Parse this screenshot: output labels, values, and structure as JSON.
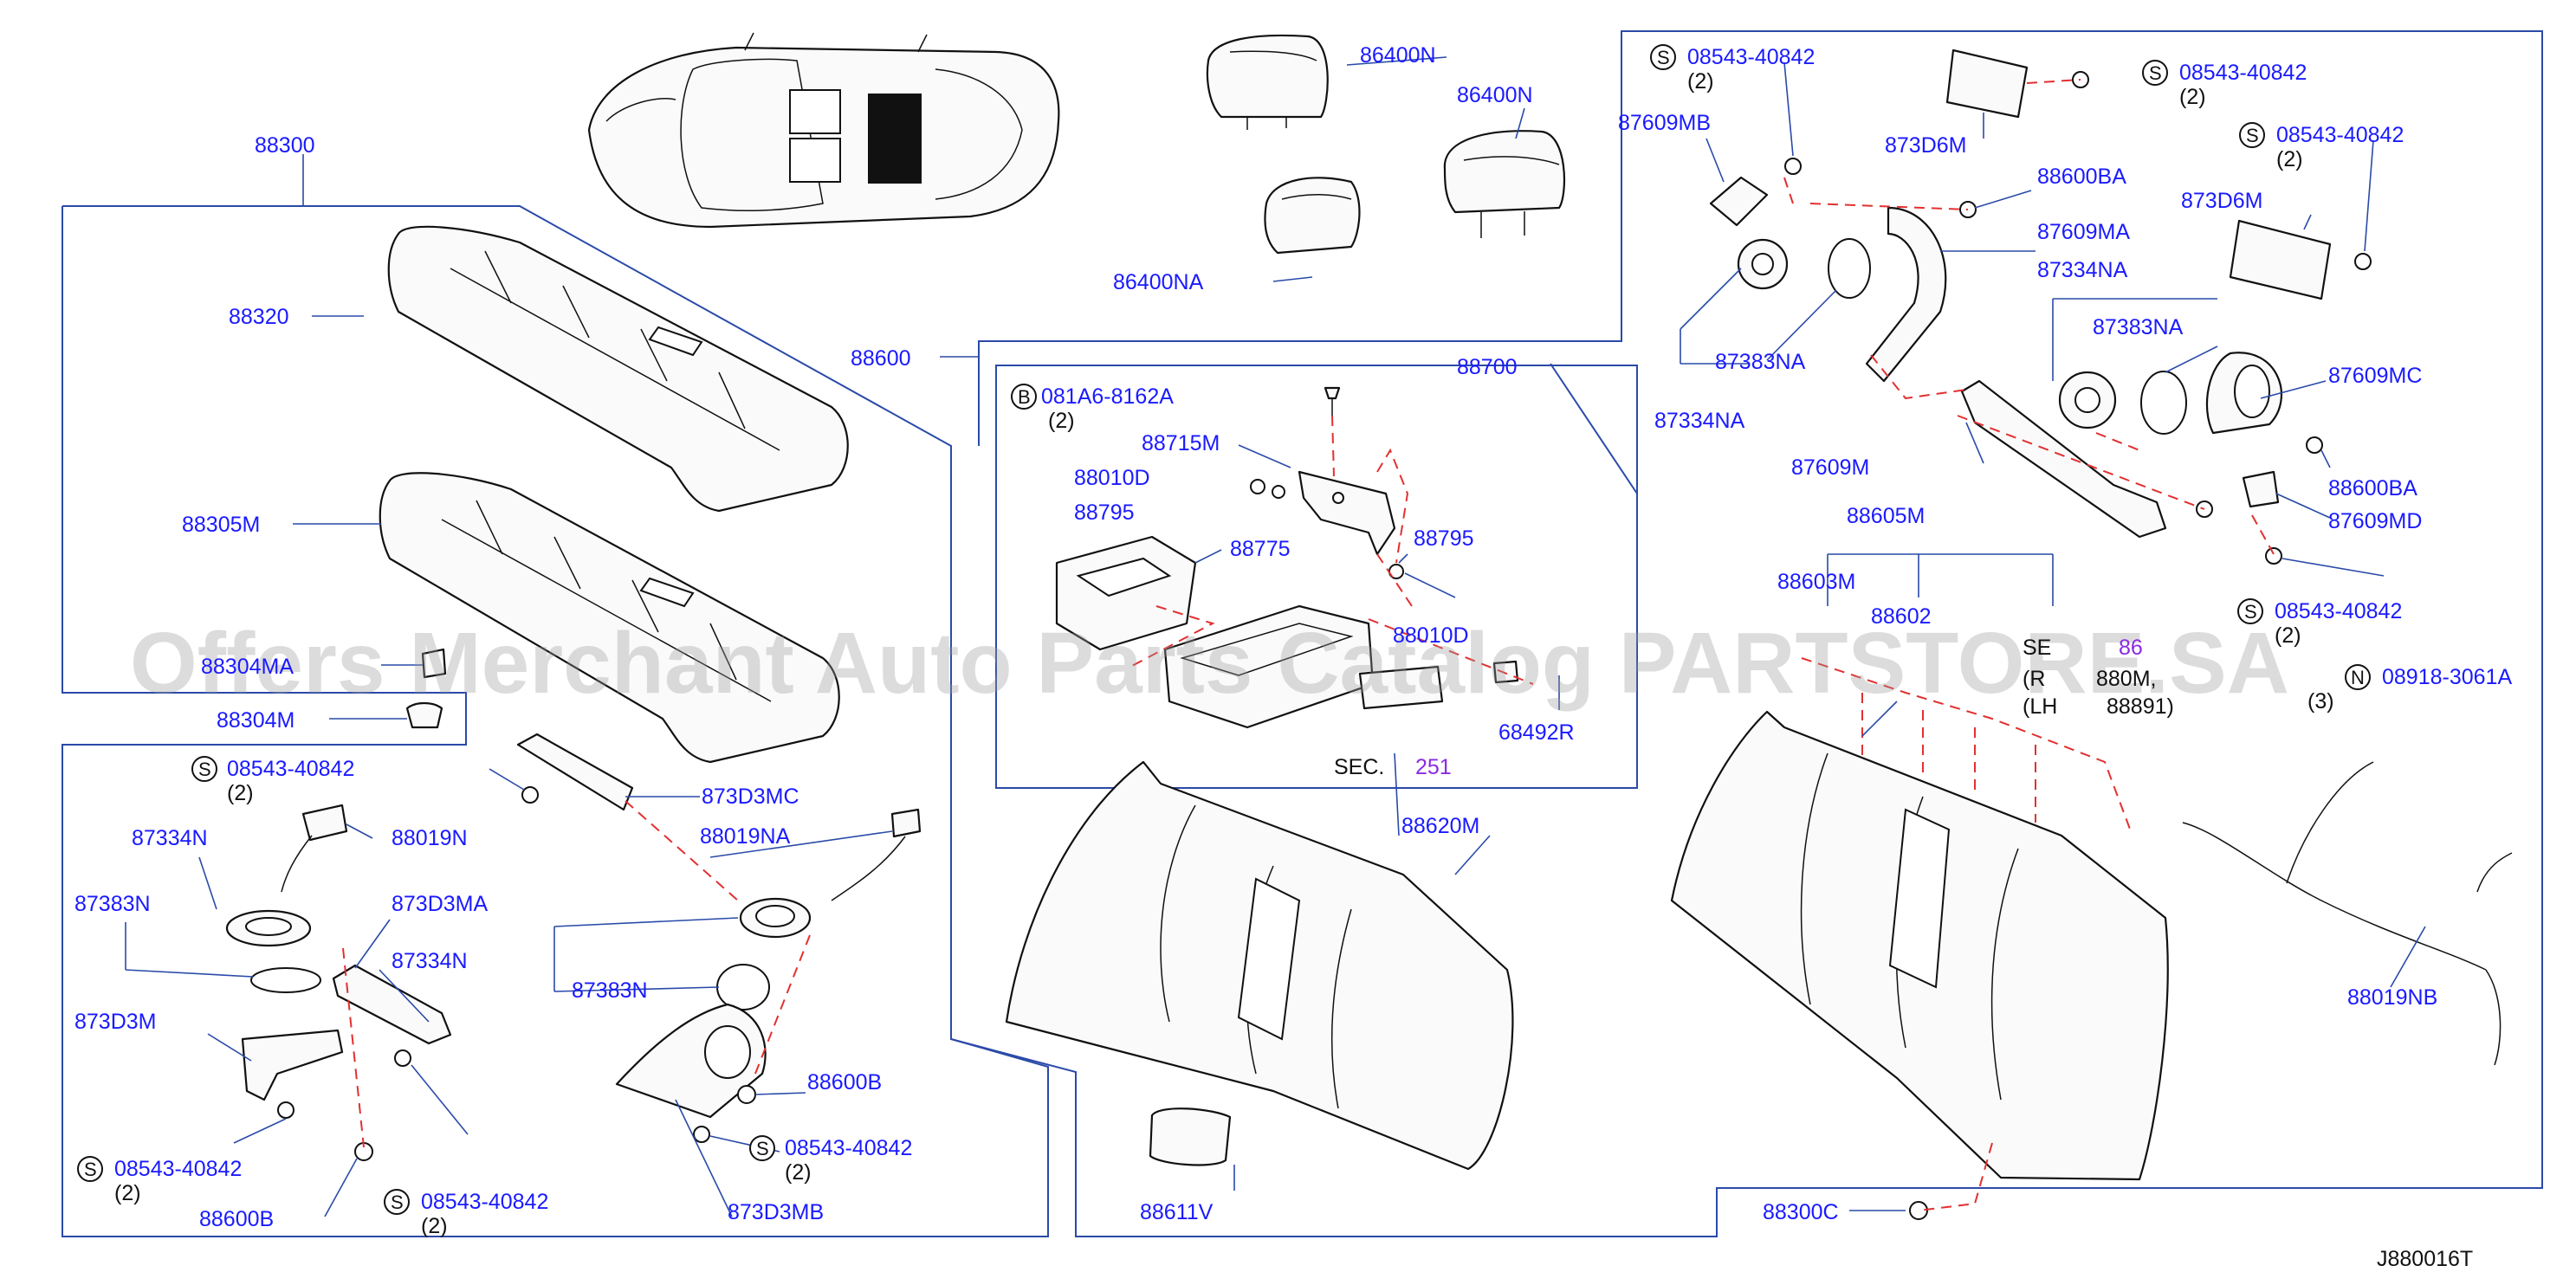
{
  "diagram_id": "J880016T",
  "watermark": "Offers Merchant Auto Parts Catalog PARTSTORE.SA",
  "section_ref": {
    "label": "SEC.",
    "number": "251"
  },
  "labels": {
    "p88300": "88300",
    "p88320": "88320",
    "p88305M": "88305M",
    "p88304M": "88304M",
    "p88304MA": "88304MA",
    "p88600": "88600",
    "p86400N_a": "86400N",
    "p86400N_b": "86400N",
    "p86400NA": "86400NA",
    "p88700": "88700",
    "p081A6": "081A6-8162A",
    "p081A6_qty": "(2)",
    "p88715M": "88715M",
    "p88010D_a": "88010D",
    "p88795_a": "88795",
    "p88775": "88775",
    "p88795_b": "88795",
    "p88010D_b": "88010D",
    "p68492R": "68492R",
    "p88620M": "88620M",
    "p88611V": "88611V",
    "s1": "08543-40842",
    "s1_qty": "(2)",
    "p87334N_a": "87334N",
    "p88019N": "88019N",
    "p87383N_a": "87383N",
    "p873D3MA": "873D3MA",
    "p87334N_b": "87334N",
    "p873D3M": "873D3M",
    "s2": "08543-40842",
    "s2_qty": "(2)",
    "p88600B_a": "88600B",
    "s3": "08543-40842",
    "s3_qty": "(2)",
    "p873D3MC": "873D3MC",
    "p88019NA": "88019NA",
    "p87383N_b": "87383N",
    "p88600B_b": "88600B",
    "s4": "08543-40842",
    "s4_qty": "(2)",
    "p873D3MB": "873D3MB",
    "s5": "08543-40842",
    "s5_qty": "(2)",
    "s6": "08543-40842",
    "s6_qty": "(2)",
    "p87609MB": "87609MB",
    "p873D6M_a": "873D6M",
    "s7": "08543-40842",
    "s7_qty": "(2)",
    "p88600BA_a": "88600BA",
    "p87609MA": "87609MA",
    "p873D6M_b": "873D6M",
    "p87334NA_a": "87334NA",
    "p87383NA_a": "87383NA",
    "p87383NA_b": "87383NA",
    "p87334NA_b": "87334NA",
    "p87609MC": "87609MC",
    "p87609M": "87609M",
    "p88600BA_b": "88600BA",
    "p88605M": "88605M",
    "p87609MD": "87609MD",
    "p88603M": "88603M",
    "p88602": "88602",
    "s8": "08543-40842",
    "s8_qty": "(2)",
    "sec_partial": "SE",
    "sec_partial_num": "86",
    "rh_partial": "(R",
    "rh_partial_num": "880M,",
    "lh_partial": "(LH",
    "lh_partial_num": "88891)",
    "n1": "08918-3061A",
    "n1_qty": "(3)",
    "p88019NB": "88019NB",
    "p88300C": "88300C"
  }
}
